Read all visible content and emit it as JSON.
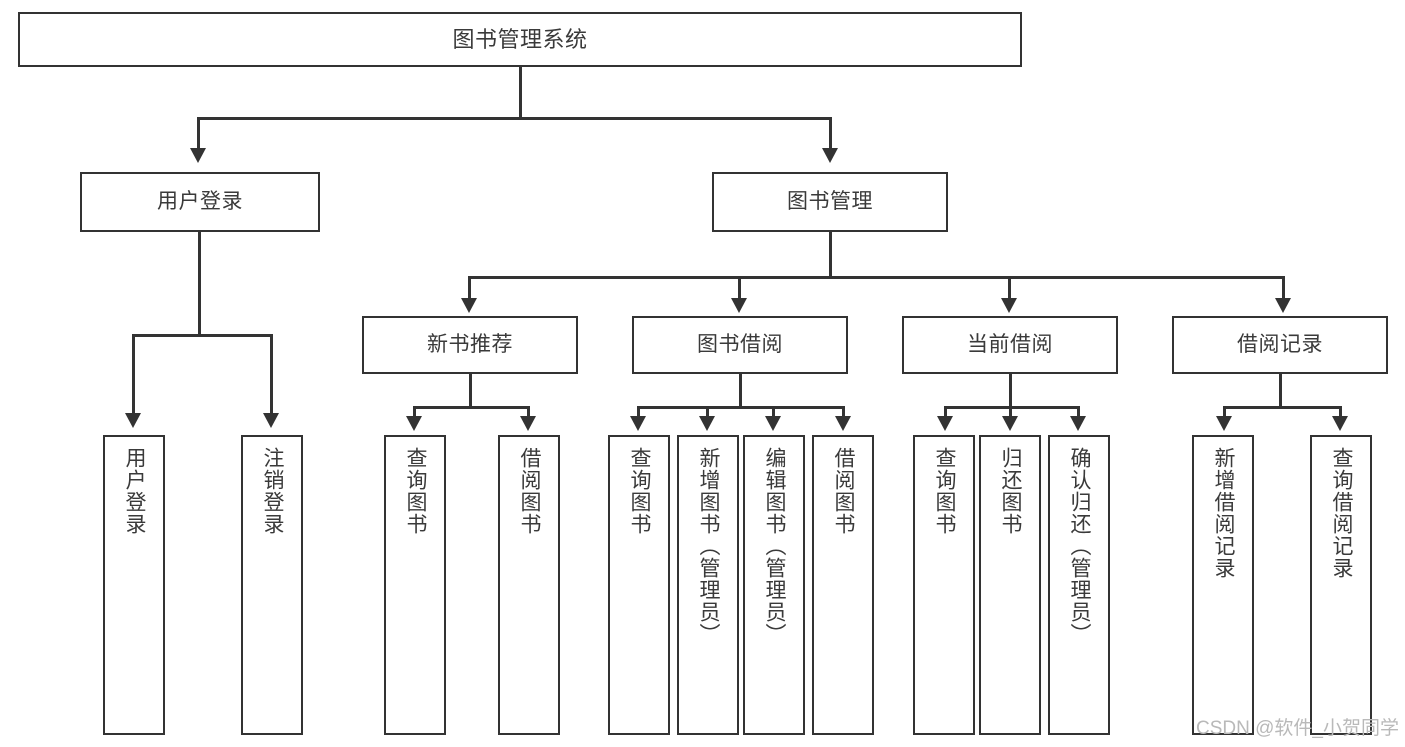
{
  "diagram": {
    "type": "tree-hierarchy-chart",
    "title": "图书管理系统",
    "accent_color": "#333333",
    "background_color": "#ffffff",
    "levels": 4,
    "root": {
      "label": "图书管理系统",
      "children": [
        {
          "label": "用户登录",
          "children": [
            {
              "label": "用户登录"
            },
            {
              "label": "注销登录"
            }
          ]
        },
        {
          "label": "图书管理",
          "children": [
            {
              "label": "新书推荐",
              "children": [
                {
                  "label": "查询图书"
                },
                {
                  "label": "借阅图书"
                }
              ]
            },
            {
              "label": "图书借阅",
              "children": [
                {
                  "label": "查询图书"
                },
                {
                  "label": "新增图书（管理员）"
                },
                {
                  "label": "编辑图书（管理员）"
                },
                {
                  "label": "借阅图书"
                }
              ]
            },
            {
              "label": "当前借阅",
              "children": [
                {
                  "label": "查询图书"
                },
                {
                  "label": "归还图书"
                },
                {
                  "label": "确认归还（管理员）"
                }
              ]
            },
            {
              "label": "借阅记录",
              "children": [
                {
                  "label": "新增借阅记录"
                },
                {
                  "label": "查询借阅记录"
                }
              ]
            }
          ]
        }
      ]
    }
  },
  "watermark": {
    "text": "CSDN @软件_小贺同学"
  }
}
